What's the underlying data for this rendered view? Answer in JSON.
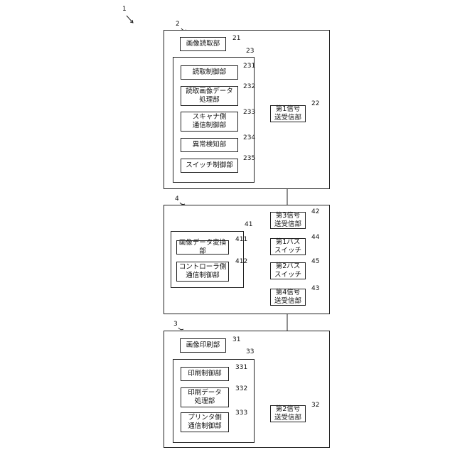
{
  "figure_ref": "1",
  "scanner": {
    "ref": "2",
    "image_reading_unit": {
      "label": "画像読取部",
      "ref": "21"
    },
    "first_transceiver": {
      "label": "第1信号\n送受信部",
      "ref": "22"
    },
    "controller": {
      "ref": "23",
      "reading_control": {
        "label": "読取制御部",
        "ref": "231"
      },
      "read_image_processing": {
        "label": "読取画像データ\n処理部",
        "ref": "232"
      },
      "scanner_comm_control": {
        "label": "スキャナ側\n通信制御部",
        "ref": "233"
      },
      "anomaly_detection": {
        "label": "異常検知部",
        "ref": "234"
      },
      "switch_control": {
        "label": "スイッチ制御部",
        "ref": "235"
      }
    }
  },
  "controller_unit": {
    "ref": "4",
    "third_transceiver": {
      "label": "第3信号\n送受信部",
      "ref": "42"
    },
    "first_bus_switch": {
      "label": "第1バス\nスイッチ",
      "ref": "44"
    },
    "second_bus_switch": {
      "label": "第2バス\nスイッチ",
      "ref": "45"
    },
    "fourth_transceiver": {
      "label": "第4信号\n送受信部",
      "ref": "43"
    },
    "processor": {
      "ref": "41",
      "image_data_conversion": {
        "label": "画像データ変換部",
        "ref": "411"
      },
      "controller_comm_control": {
        "label": "コントローラ側\n通信制御部",
        "ref": "412"
      }
    }
  },
  "printer": {
    "ref": "3",
    "image_printing_unit": {
      "label": "画像印刷部",
      "ref": "31"
    },
    "second_transceiver": {
      "label": "第2信号\n送受信部",
      "ref": "32"
    },
    "controller": {
      "ref": "33",
      "print_control": {
        "label": "印刷制御部",
        "ref": "331"
      },
      "print_data_processing": {
        "label": "印刷データ\n処理部",
        "ref": "332"
      },
      "printer_comm_control": {
        "label": "プリンタ側\n通信制御部",
        "ref": "333"
      }
    }
  }
}
